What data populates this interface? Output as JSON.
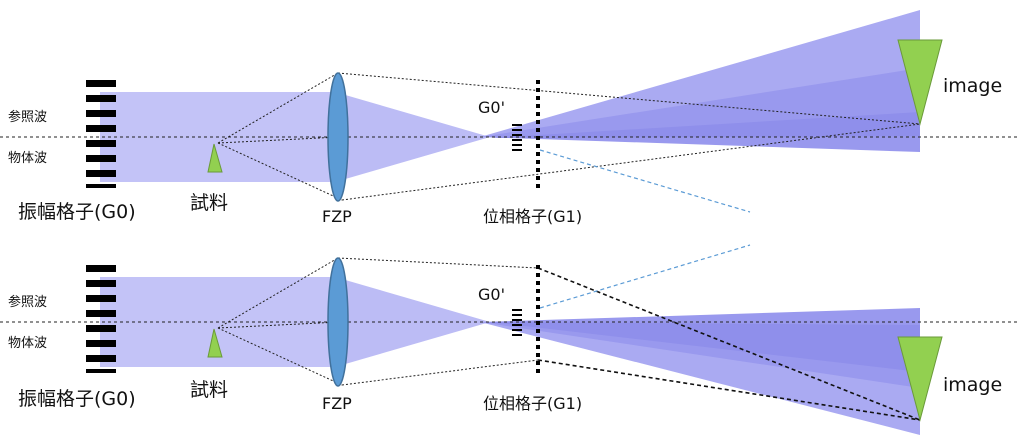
{
  "panels": [
    {
      "labels": {
        "reference_wave": "参照波",
        "object_wave": "物体波",
        "amplitude_grating": "振幅格子(G0)",
        "sample": "試料",
        "fzp": "FZP",
        "phase_grating": "位相格子(G1)",
        "g0_prime": "G0'",
        "image": "image"
      }
    },
    {
      "labels": {
        "reference_wave": "参照波",
        "object_wave": "物体波",
        "amplitude_grating": "振幅格子(G0)",
        "sample": "試料",
        "fzp": "FZP",
        "phase_grating": "位相格子(G1)",
        "g0_prime": "G0'",
        "image": "image"
      }
    }
  ],
  "colors": {
    "beam": "#b9b9f5",
    "beam_dark": "#9c9cf0",
    "lens_fill": "#5b9bd5",
    "lens_stroke": "#41719c",
    "sample_fill": "#92d050",
    "sample_stroke": "#6a9a3a",
    "grating": "#000000",
    "dashed_light": "#5b9bd5"
  }
}
